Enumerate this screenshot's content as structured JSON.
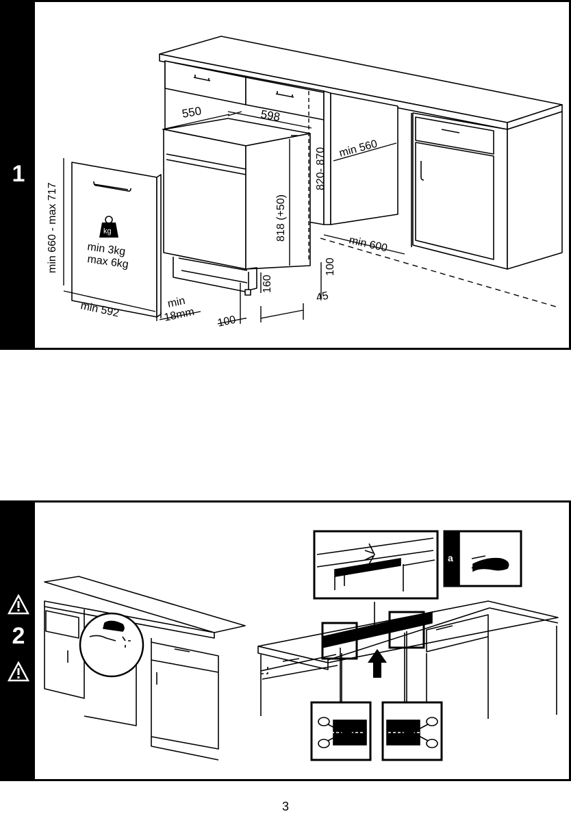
{
  "step1": {
    "number": "1",
    "dims": {
      "d550": "550",
      "d598": "598",
      "d820_870": "820- 870",
      "min560": "min 560",
      "d818": "818 (+50)",
      "min600": "min 600",
      "d160": "160",
      "d100_right": "100",
      "d45": "45",
      "d100_bottom": "100",
      "min660_717": "min 660 - max 717",
      "min592": "min 592",
      "min_label": "min",
      "mm18": "18mm"
    },
    "weight": {
      "icon_text": "kg",
      "min": "min  3kg",
      "max": "max 6kg"
    }
  },
  "step2": {
    "number": "2",
    "inset_label": "a"
  },
  "page_number": "3"
}
